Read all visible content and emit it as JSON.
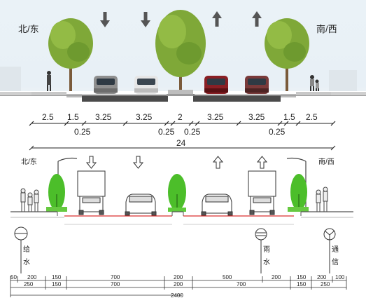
{
  "rendered_section": {
    "left_label": "北/东",
    "right_label": "南/西",
    "widths": [
      "2.5",
      "1.5",
      "3.25",
      "3.25",
      "2",
      "3.25",
      "3.25",
      "1.5",
      "2.5"
    ],
    "gap_labels": [
      "0.25",
      "0.25",
      "0.25",
      "0.25"
    ],
    "total_width": "24"
  },
  "line_section": {
    "left_label": "北/东",
    "right_label": "南/西",
    "utilities": [
      {
        "name": "给水",
        "chars": [
          "给",
          "水"
        ]
      },
      {
        "name": "雨水",
        "chars": [
          "雨",
          "水"
        ]
      },
      {
        "name": "通信",
        "chars": [
          "通",
          "信"
        ]
      }
    ],
    "dims_row1": [
      "50",
      "200",
      "150",
      "700",
      "200",
      "500",
      "200",
      "150",
      "200",
      "100"
    ],
    "dims_row2": [
      "250",
      "150",
      "700",
      "200",
      "700",
      "150",
      "250"
    ],
    "total": "2400"
  },
  "colors": {
    "tree_green": "#4cbe2a",
    "road_gray": "#6a6a6a",
    "curb": "#bbbbbb",
    "arrow": "#555555",
    "red_line": "#d93030"
  }
}
